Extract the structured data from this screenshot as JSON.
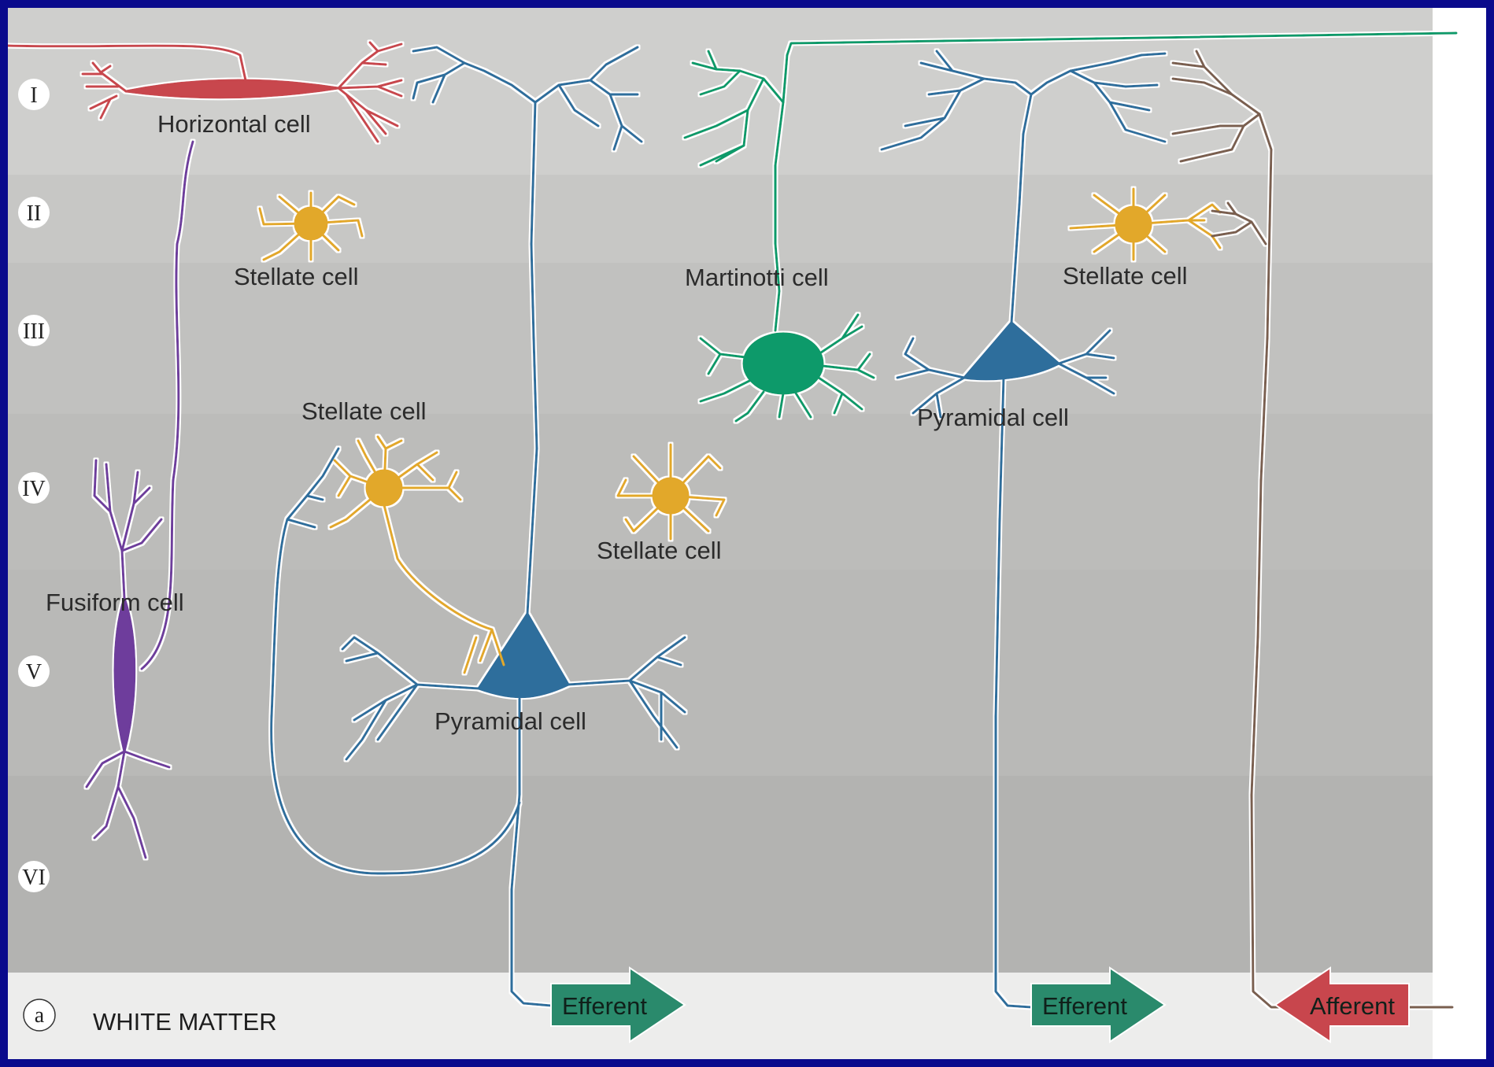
{
  "layers": [
    {
      "numeral": "I"
    },
    {
      "numeral": "II"
    },
    {
      "numeral": "III"
    },
    {
      "numeral": "IV"
    },
    {
      "numeral": "V"
    },
    {
      "numeral": "VI"
    }
  ],
  "panel_letter": "a",
  "white_matter_label": "WHITE MATTER",
  "cell_labels": {
    "horizontal": "Horizontal cell",
    "stellate_layer2_left": "Stellate cell",
    "stellate_layer2_right": "Stellate cell",
    "martinotti": "Martinotti cell",
    "stellate_layer3": "Stellate cell",
    "stellate_layer4": "Stellate cell",
    "pyramidal_left": "Pyramidal cell",
    "pyramidal_right": "Pyramidal cell",
    "fusiform": "Fusiform cell"
  },
  "arrows": {
    "efferent_left": "Efferent",
    "efferent_right": "Efferent",
    "afferent": "Afferent"
  },
  "colors": {
    "pyramidal": "#2e6e9c",
    "stellate": "#e2a82b",
    "martinotti": "#0e9a6a",
    "horizontal": "#c8464d",
    "fusiform": "#6e3c9c",
    "afferent_fiber": "#7a5e50",
    "efferent_arrow": "#2a8a6c",
    "afferent_arrow": "#c8464d"
  }
}
